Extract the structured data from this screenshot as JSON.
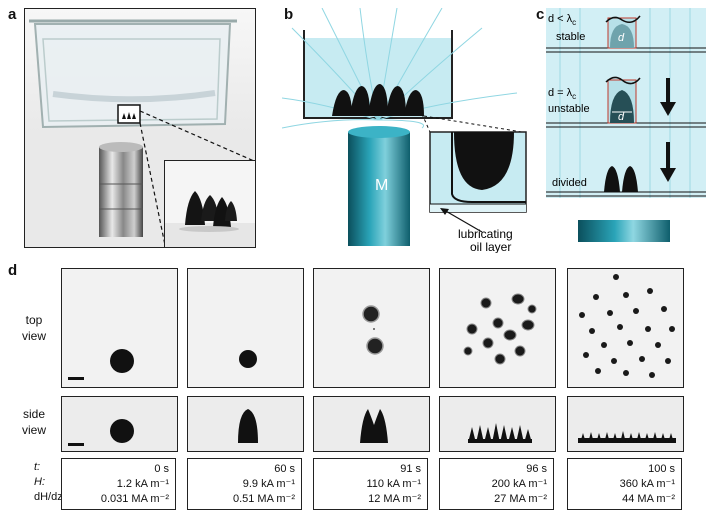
{
  "panels": {
    "a": "a",
    "b": "b",
    "c": "c",
    "d": "d"
  },
  "panel_b": {
    "magnet_label": "M",
    "oil_label_line1": "lubricating",
    "oil_label_line2": "oil layer"
  },
  "panel_c": {
    "state1_line1": "d < λ",
    "state1_sub": "c",
    "state1_line2": "stable",
    "state2_line1": "d = λ",
    "state2_sub": "c",
    "state2_line2": "unstable",
    "state3": "divided",
    "d_symbol": "d"
  },
  "panel_d": {
    "top_label": [
      "top",
      "view"
    ],
    "side_label": [
      "side",
      "view"
    ],
    "param_labels": [
      "t:",
      "H:",
      "dH/dz:"
    ],
    "columns": [
      {
        "t": "0 s",
        "H": "1.2 kA m⁻¹",
        "grad": "0.031 MA m⁻²"
      },
      {
        "t": "60 s",
        "H": "9.9 kA m⁻¹",
        "grad": "0.51  MA m⁻²"
      },
      {
        "t": "91 s",
        "H": "110 kA m⁻¹",
        "grad": "12 MA m⁻²"
      },
      {
        "t": "96 s",
        "H": "200 kA m⁻¹",
        "grad": "27 MA m⁻²"
      },
      {
        "t": "100 s",
        "H": "360 kA m⁻¹",
        "grad": "44 MA m⁻²"
      }
    ]
  }
}
